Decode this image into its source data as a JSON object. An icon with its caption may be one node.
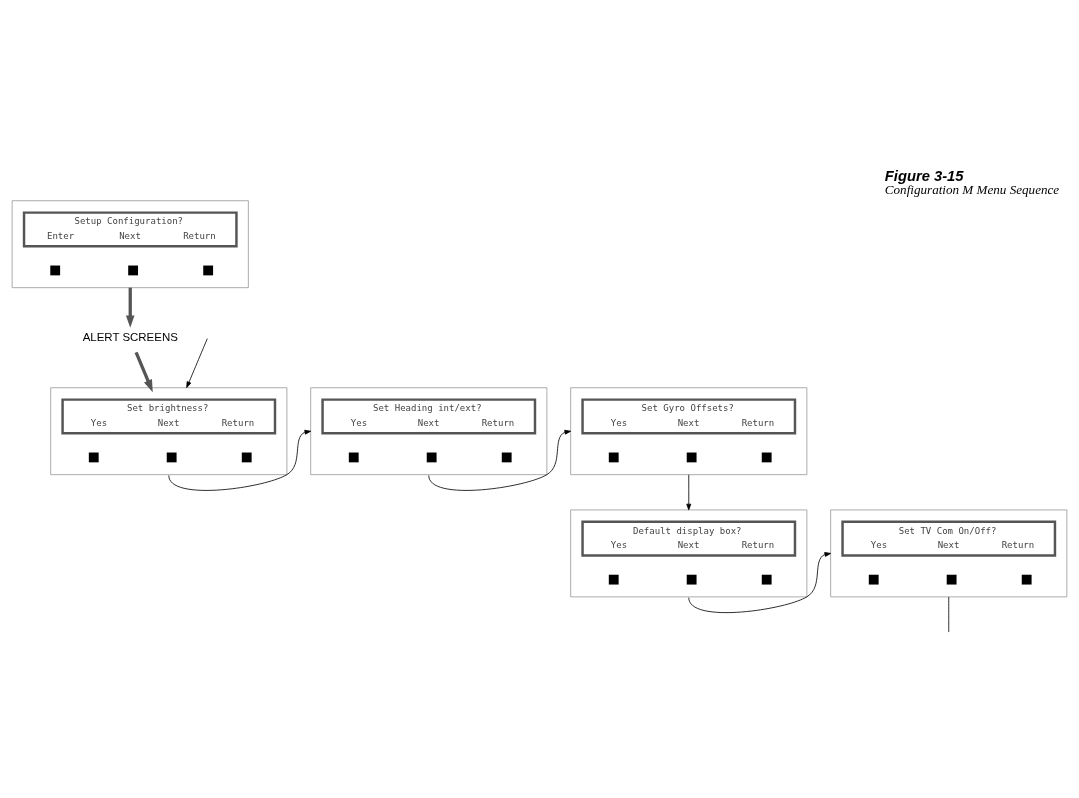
{
  "diagram": {
    "title": "Figure 3-15",
    "caption": "Configuration M Menu Sequence",
    "nodes": [
      {
        "text": [
          "Setup Configuration?",
          "Enter",
          "Next",
          "Return"
        ]
      },
      {
        "text": [
          "ALERT SCREENS"
        ]
      },
      {
        "text": [
          "Set brightness?",
          "Yes",
          "Next",
          "Return"
        ]
      },
      {
        "text": [
          "Set Heading int/ext?",
          "Yes",
          "Next",
          "Return"
        ]
      },
      {
        "text": [
          "Set Gyro Offsets?",
          "Yes",
          "Next",
          "Return"
        ]
      },
      {
        "text": [
          "Default display box?",
          "Yes",
          "Next",
          "Return"
        ]
      },
      {
        "text": [
          "Set TV Com On/Off?",
          "Yes",
          "Next",
          "Return"
        ]
      }
    ],
    "edges": [
      {
        "from": 0,
        "to": 1,
        "arrow": "to",
        "style": "thick",
        "color": "#555555"
      },
      {
        "from": 1,
        "to": 2,
        "arrow": "to",
        "style": "thick",
        "color": "#555555"
      },
      {
        "from": 2,
        "to": 3,
        "arrow": "to"
      },
      {
        "from": 3,
        "to": 4,
        "arrow": "to"
      },
      {
        "from": 4,
        "to": 5,
        "arrow": "to"
      },
      {
        "from": 5,
        "to": 6,
        "arrow": "to"
      },
      {
        "from": 6,
        "to": null,
        "arrow": "none"
      },
      {
        "from": null,
        "to": 2,
        "arrow": "to"
      }
    ]
  }
}
